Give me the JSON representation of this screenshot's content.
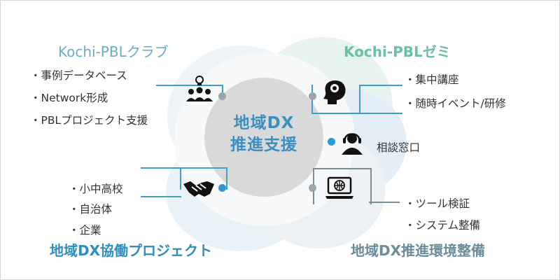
{
  "center": {
    "line1": "地域DX",
    "line2": "推進支援"
  },
  "quadrants": {
    "pbl_club": {
      "title": "Kochi-PBLクラブ",
      "items": [
        "・事例データベース",
        "・Network形成",
        "・PBLプロジェクト支援"
      ],
      "icon": "people-lightbulb-icon"
    },
    "pbl_zemi": {
      "title": "Kochi-PBLゼミ",
      "items": [
        "・集中講座",
        "・随時イベント/研修"
      ],
      "icon": "brain-head-icon"
    },
    "consult": {
      "label": "相談窓口",
      "icon": "headset-operator-icon"
    },
    "kyodo": {
      "title": "地域DX協働プロジェクト",
      "items": [
        "・小中高校",
        "・自治体",
        "・企業"
      ],
      "icon": "handshake-icon"
    },
    "kankyo": {
      "title": "地域DX推進環境整備",
      "items": [
        "・ツール検証",
        "・システム整備"
      ],
      "icon": "laptop-globe-icon"
    }
  },
  "colors": {
    "center_text": "#3d8fc0",
    "connector": "#3fa0c4",
    "dot_gray": "#9aa6ad",
    "dot_blue": "#2f9ad0"
  }
}
